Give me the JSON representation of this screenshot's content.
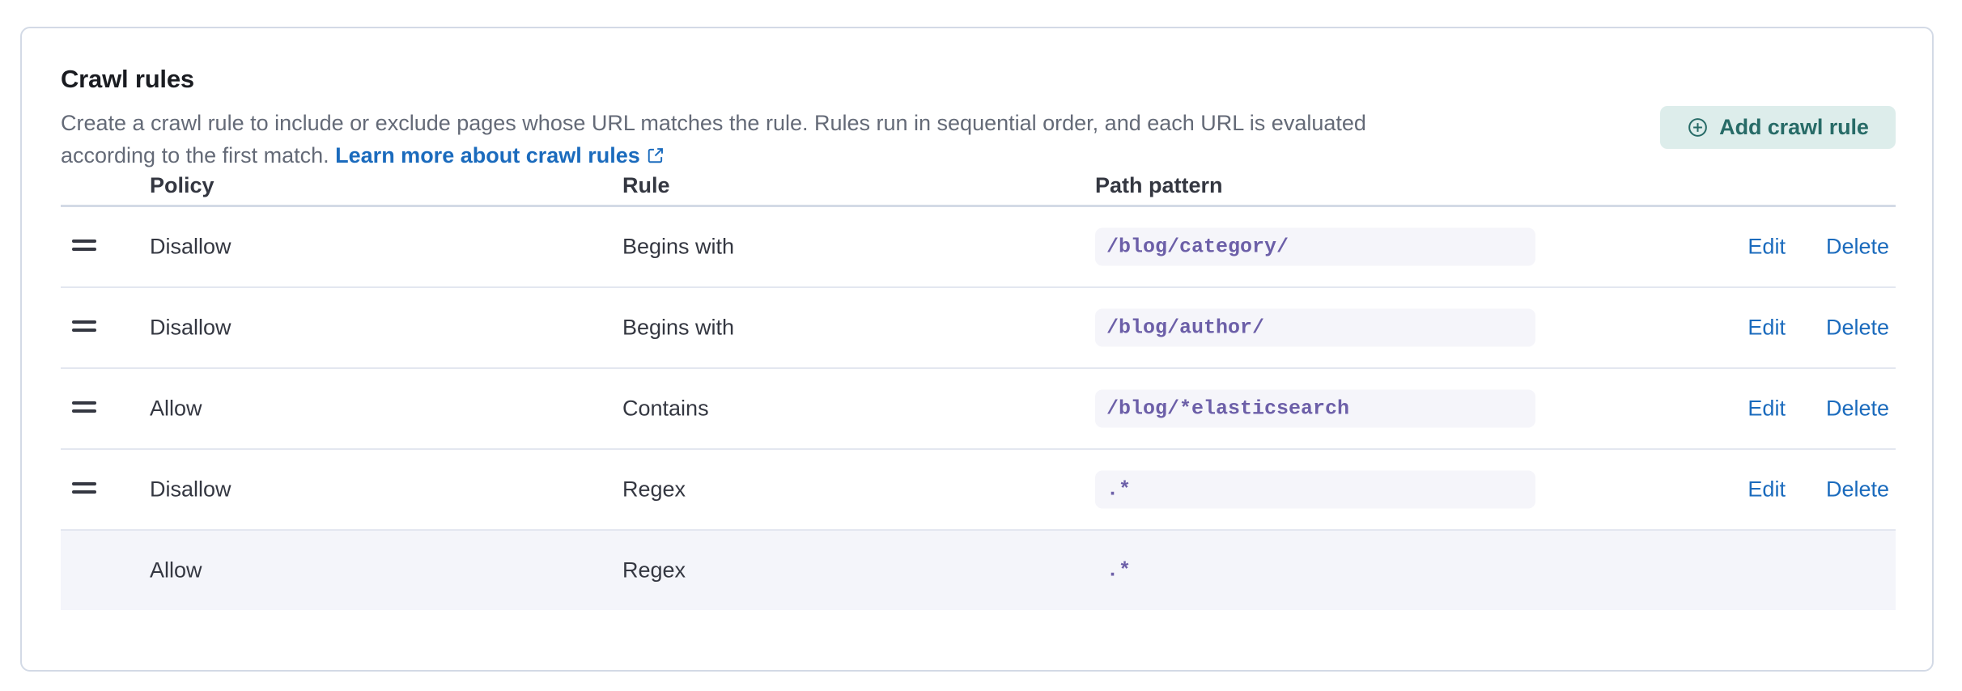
{
  "panel": {
    "title": "Crawl rules",
    "description_before_link": "Create a crawl rule to include or exclude pages whose URL matches the rule. Rules run in sequential order, and each URL is evaluated according to the first match. ",
    "description_link": "Learn more about crawl rules",
    "external_link_icon": "external-link-icon"
  },
  "add_button": {
    "label": "Add crawl rule",
    "icon": "plus-circle-icon",
    "background": "#ddedeb",
    "text_color": "#276b67"
  },
  "table": {
    "columns": [
      "Policy",
      "Rule",
      "Path pattern"
    ],
    "rows": [
      {
        "handle_icon": "drag-handle-icon",
        "policy": "Disallow",
        "rule": "Begins with",
        "path_pattern": "/blog/category/",
        "path_chip": true,
        "edit_label": "Edit",
        "delete_label": "Delete",
        "highlighted": false
      },
      {
        "handle_icon": "drag-handle-icon",
        "policy": "Disallow",
        "rule": "Begins with",
        "path_pattern": "/blog/author/",
        "path_chip": true,
        "edit_label": "Edit",
        "delete_label": "Delete",
        "highlighted": false
      },
      {
        "handle_icon": "drag-handle-icon",
        "policy": "Allow",
        "rule": "Contains",
        "path_pattern": "/blog/*elasticsearch",
        "path_chip": true,
        "edit_label": "Edit",
        "delete_label": "Delete",
        "highlighted": false
      },
      {
        "handle_icon": "drag-handle-icon",
        "policy": "Disallow",
        "rule": "Regex",
        "path_pattern": ".*",
        "path_chip": true,
        "edit_label": "Edit",
        "delete_label": "Delete",
        "highlighted": false
      },
      {
        "handle_icon": null,
        "policy": "Allow",
        "rule": "Regex",
        "path_pattern": ".*",
        "path_chip": false,
        "edit_label": null,
        "delete_label": null,
        "highlighted": true
      }
    ]
  },
  "colors": {
    "link": "#1b6bbd",
    "code_text": "#6c5fa8",
    "code_bg": "#f5f5fa",
    "row_highlight_bg": "#f4f5fa",
    "panel_border": "#d3dae6"
  }
}
